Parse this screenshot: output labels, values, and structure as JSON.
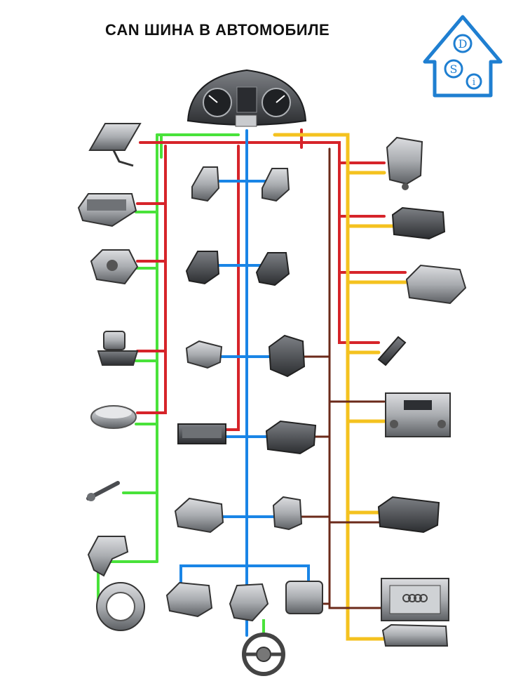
{
  "title": "CAN ШИНА В АВТОМОБИЛЕ",
  "logo": {
    "letters": [
      "D",
      "S",
      "i"
    ],
    "color": "#1f7fd1"
  },
  "colors": {
    "green": "#49e23a",
    "red": "#d6242a",
    "blue": "#1a85e6",
    "yellow": "#f4c21f",
    "brown": "#6b2a1a",
    "device": "#8a8d90",
    "device_dark": "#3e4144"
  },
  "legend": []
}
